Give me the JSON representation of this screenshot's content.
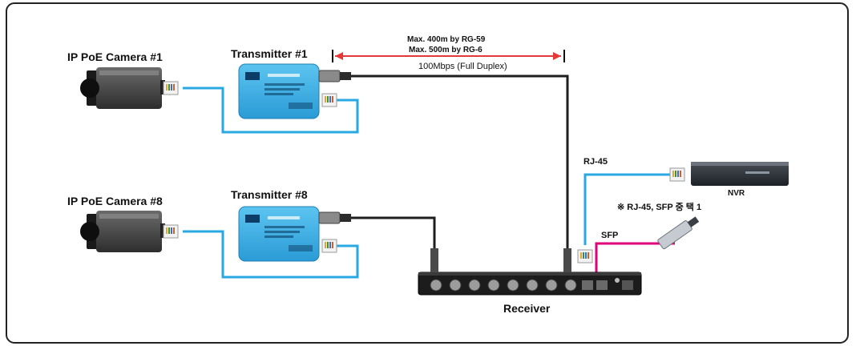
{
  "labels": {
    "camera1": "IP PoE Camera #1",
    "camera8": "IP PoE Camera #8",
    "transmitter1": "Transmitter #1",
    "transmitter8": "Transmitter #8",
    "receiver": "Receiver",
    "rj45": "RJ-45",
    "sfp": "SFP",
    "choice_note": "※ RJ-45, SFP 중 택 1",
    "nvr": "NVR",
    "distance_line1": "Max. 400m by RG-59",
    "distance_line2": "Max. 500m by RG-6",
    "speed": "100Mbps (Full Duplex)"
  },
  "colors": {
    "utp_cable": "#29a9e1",
    "coax_cable": "#1e1e1e",
    "fiber_cable": "#e0007a",
    "distance_arrow": "#e53935",
    "transmitter_body": "#3fb0e6",
    "frame_border": "#222222"
  },
  "icons": {
    "camera": "cctv-camera-icon",
    "transmitter": "transmitter-box-icon",
    "receiver": "receiver-rack-icon",
    "nvr": "nvr-device-icon",
    "sfp": "sfp-module-icon",
    "connector": "rj45-connector-icon"
  }
}
